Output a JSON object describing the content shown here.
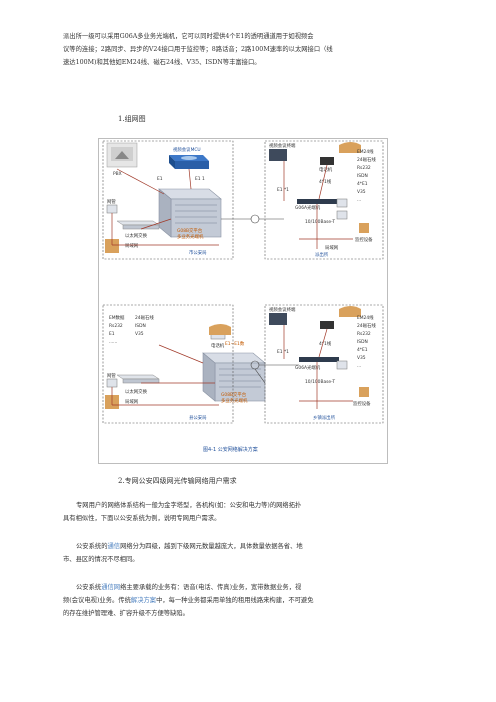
{
  "intro": {
    "line1": "派出所一级可以采用G06A多业务光端机，它可以同时提供4个E1的透明通道用于如视频会",
    "line2": "议等的连接；2路同步、异步的V24接口用于监控等；8路话音；2路100M速率的以太网接口（线",
    "line3": "速达100M)和其他如EM24线、磁石24线、V35、ISDN等丰富接口。"
  },
  "section1_heading": "1.组网图",
  "figure": {
    "top": {
      "mcu": "视频会议MCU",
      "e1_a": "E1",
      "e1_b": "E1 1",
      "pbx": "PBX",
      "switch": "以太网交换",
      "bureau_label": "市公安局",
      "mux_label_1": "G08B交平台",
      "mux_label_2": "多业务光端机",
      "video_label_1": "视频会议终端",
      "e1_c": "E1 *1",
      "phone_label": "电话机",
      "four_lines": "4*1线",
      "g06a": "G06A光端机",
      "eth": "10/100Base-T",
      "station_label": "派出所",
      "monitor_label": "监控设备",
      "services": [
        "EM24线",
        "24磁石线",
        "Rs232",
        "ISDN",
        "4*E1",
        "V35",
        "..."
      ],
      "lan_1": "局域网",
      "lan_2": "局域网",
      "net": "网管"
    },
    "bottom": {
      "services_left": [
        "EM数据",
        "24磁石线",
        "Rs232",
        "ISDN",
        "E1",
        "V35",
        "......"
      ],
      "mux_label_1": "G08B交平台",
      "mux_label_2": "多业务光端机",
      "e1_link": "E1~E1数",
      "phone_label": "电话机",
      "switch": "以太网交换",
      "bureau_label": "县公安局",
      "video_label_1": "视频会议终端",
      "e1_c": "E1 *1",
      "four_lines": "4*1线",
      "g06a": "G06A光端机",
      "eth": "10/100Base-T",
      "station_label": "乡镇派出所",
      "monitor_label": "监控设备",
      "services": [
        "EM24线",
        "24磁石线",
        "Rs232",
        "ISDN",
        "4*E1",
        "V35",
        "..."
      ],
      "lan": "局域网",
      "net": "网管"
    },
    "caption": "图4-1 公安网络解决方案"
  },
  "section2_heading": "2.专网公安四级网光传输网络用户需求",
  "p1": {
    "line1": "专网用户的网络体系结构一般为金字塔型，各机构(如：公安和电力等)的网络拓扑",
    "line2": "具有相似性，下面以公安系统为例，说明专网用户需求。"
  },
  "p2": {
    "pre": "公安系统的",
    "link": "通信",
    "post": "网络分为四级，越到下级网元数量越庞大，具体数量依据各省、地",
    "line2": "市、县区的情况不尽相同。"
  },
  "p3": {
    "pre": "公安系统",
    "link1": "通信网",
    "mid": "络主要承载的业务有：语音(电话、传真)业务，宽带数据业务，视",
    "line2_pre": "频(会议电视)业务。传统",
    "link2": "解决方案",
    "line2_post": "中，每一种业务都采用单独的租用线路来构建，不可避免",
    "line3": "的存在维护管理难、扩容升级不方便等缺陷。"
  },
  "colors": {
    "accent_blue": "#1f4f9a",
    "link_blue": "#4a7fbf",
    "line_red": "#a13a2a",
    "building_orange": "#d9a15c"
  }
}
